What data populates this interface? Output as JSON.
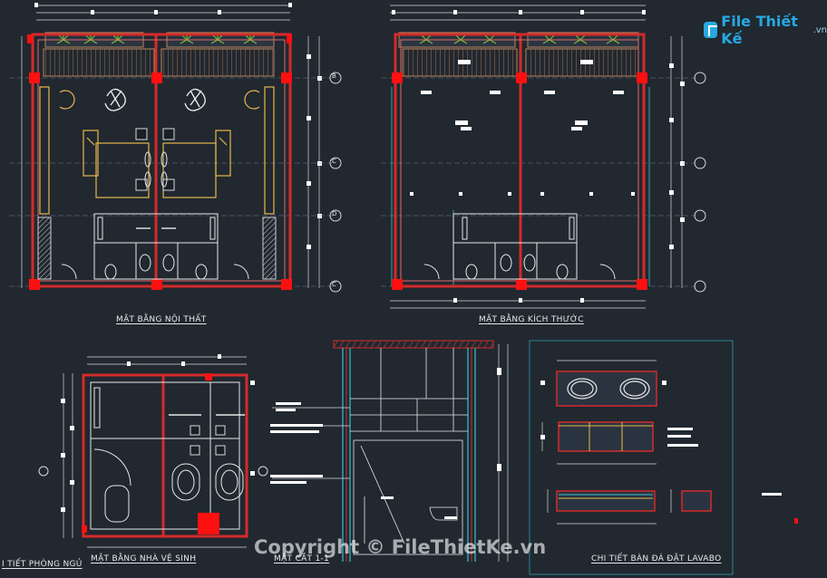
{
  "logo": {
    "brand": "File Thiết Kế",
    "suffix": ".vn"
  },
  "labels": {
    "interior_plan": "MẶT BẰNG NỘI THẤT",
    "dimension_plan": "MẶT BẰNG KÍCH THƯỚC",
    "bedroom_detail": "I TIẾT PHÒNG NGỦ",
    "wc_plan": "MẶT BẰNG NHÀ VỆ SINH",
    "section": "MẶT CẮT 1-1",
    "lavabo_detail": "CHI TIẾT BÀN ĐÁ ĐẶT LAVABO"
  },
  "grid_markers": [
    "B",
    "C",
    "D",
    "C"
  ],
  "watermark": "Copyright © FileThietKe.vn",
  "colors": {
    "background": "#212830",
    "wall": "#d42a2a",
    "column": "#ff1010",
    "line": "#e8e8e8",
    "dim": "#35c2d4",
    "furniture": "#e6b84c",
    "wood": "#b9855d",
    "plant": "#6fbf3a"
  }
}
